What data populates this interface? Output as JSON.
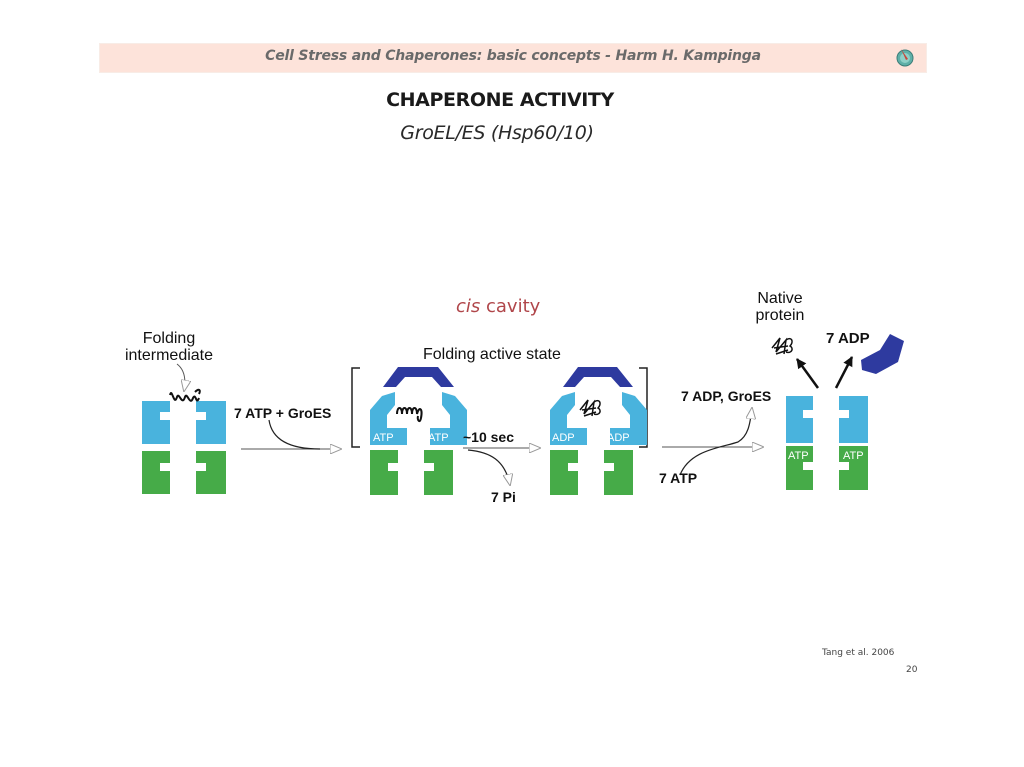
{
  "header": {
    "title": "Cell Stress and Chaperones: basic concepts - Harm H. Kampinga",
    "logo_icon": "university-seal-icon"
  },
  "slide": {
    "title": "CHAPERONE ACTIVITY",
    "subtitle": "GroEL/ES (Hsp60/10)",
    "page_number": "20",
    "reference": "Tang et al. 2006"
  },
  "diagram": {
    "cis_label_italic": "cis",
    "cis_label_rest": " cavity",
    "folding_intermediate": [
      "Folding",
      "intermediate"
    ],
    "step1_arrow_label": "7 ATP + GroES",
    "folding_active_state": "Folding active state",
    "step2_arrow_label": "~10 sec",
    "step2_byproduct": "7 Pi",
    "step3_top_label": "7 ADP, GroES",
    "step3_bottom_label": "7 ATP",
    "native_protein": [
      "Native",
      "protein"
    ],
    "released_adp": "7 ADP",
    "nucleotide_labels": {
      "atp": "ATP",
      "adp": "ADP"
    },
    "colors": {
      "groel_cis_ring": "#49b3dd",
      "groel_trans_ring": "#46ab48",
      "groes_cap": "#2e3a9f",
      "cis_text": "#b0464a",
      "header_bar": "#fde3da"
    }
  }
}
